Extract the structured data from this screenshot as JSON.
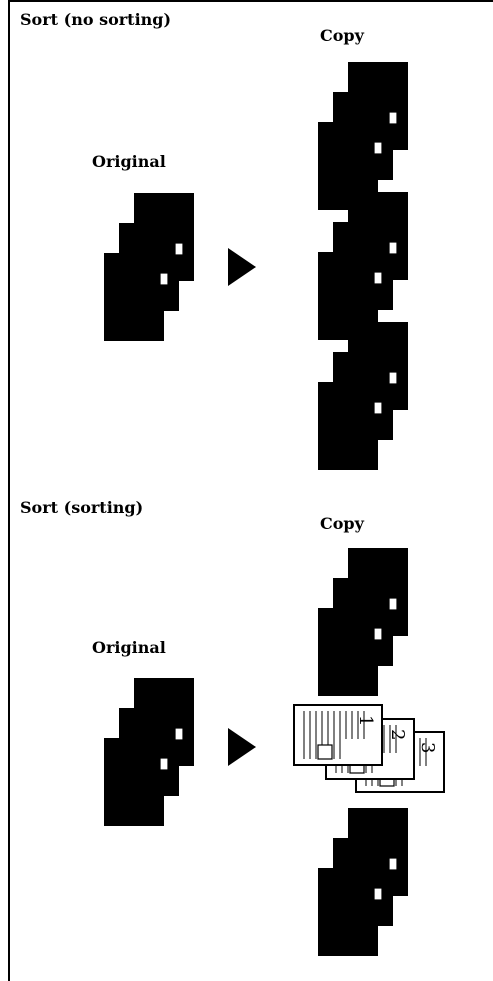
{
  "section_unsorted": {
    "heading": "Sort (no sorting)",
    "original_label": "Original",
    "copy_label": "Copy"
  },
  "section_sorted": {
    "heading": "Sort (sorting)",
    "original_label": "Original",
    "copy_label": "Copy"
  },
  "page_numbers": [
    "1",
    "2",
    "3"
  ],
  "arrow_icon": "right-triangle-arrow-icon",
  "colors": {
    "ink": "#000000",
    "paper": "#ffffff"
  }
}
